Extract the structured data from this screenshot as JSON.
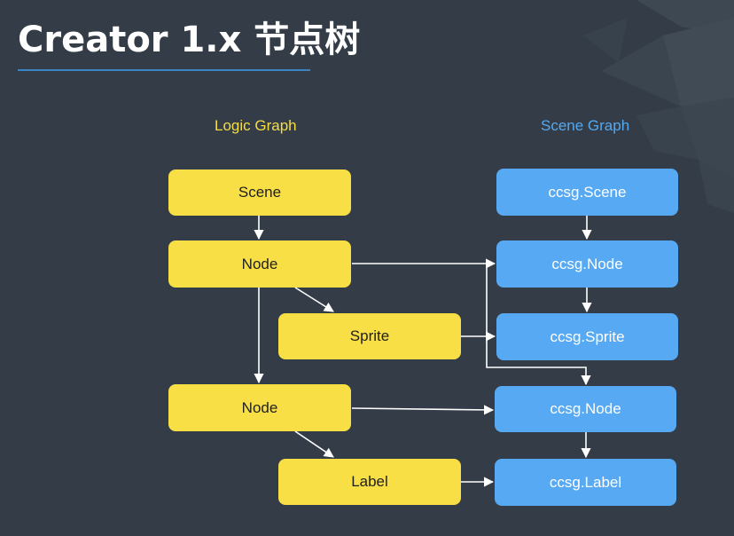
{
  "slide": {
    "title": "Creator 1.x 节点树",
    "colors": {
      "background": "#343d47",
      "underline": "#3a84c4",
      "logic_box": "#f7df45",
      "scene_box": "#56a9f2",
      "logic_heading": "#f5dd45",
      "scene_heading": "#54a8f0"
    }
  },
  "logic_graph": {
    "heading": "Logic Graph",
    "nodes": [
      "Scene",
      "Node",
      "Sprite",
      "Node",
      "Label"
    ]
  },
  "scene_graph": {
    "heading": "Scene Graph",
    "nodes": [
      "ccsg.Scene",
      "ccsg.Node",
      "ccsg.Sprite",
      "ccsg.Node",
      "ccsg.Label"
    ]
  },
  "edges": {
    "logic_tree": [
      [
        "Scene",
        "Node 1"
      ],
      [
        "Node 1",
        "Sprite"
      ],
      [
        "Node 1",
        "Node 2"
      ],
      [
        "Node 2",
        "Label"
      ]
    ],
    "scene_tree": [
      [
        "ccsg.Scene",
        "ccsg.Node 1"
      ],
      [
        "ccsg.Node 1",
        "ccsg.Sprite"
      ],
      [
        "ccsg.Node 1",
        "ccsg.Node 2"
      ],
      [
        "ccsg.Node 2",
        "ccsg.Label"
      ]
    ],
    "mapping": [
      [
        "Node 1",
        "ccsg.Node 1"
      ],
      [
        "Sprite",
        "ccsg.Sprite"
      ],
      [
        "Node 2",
        "ccsg.Node 2"
      ],
      [
        "Label",
        "ccsg.Label"
      ]
    ]
  }
}
